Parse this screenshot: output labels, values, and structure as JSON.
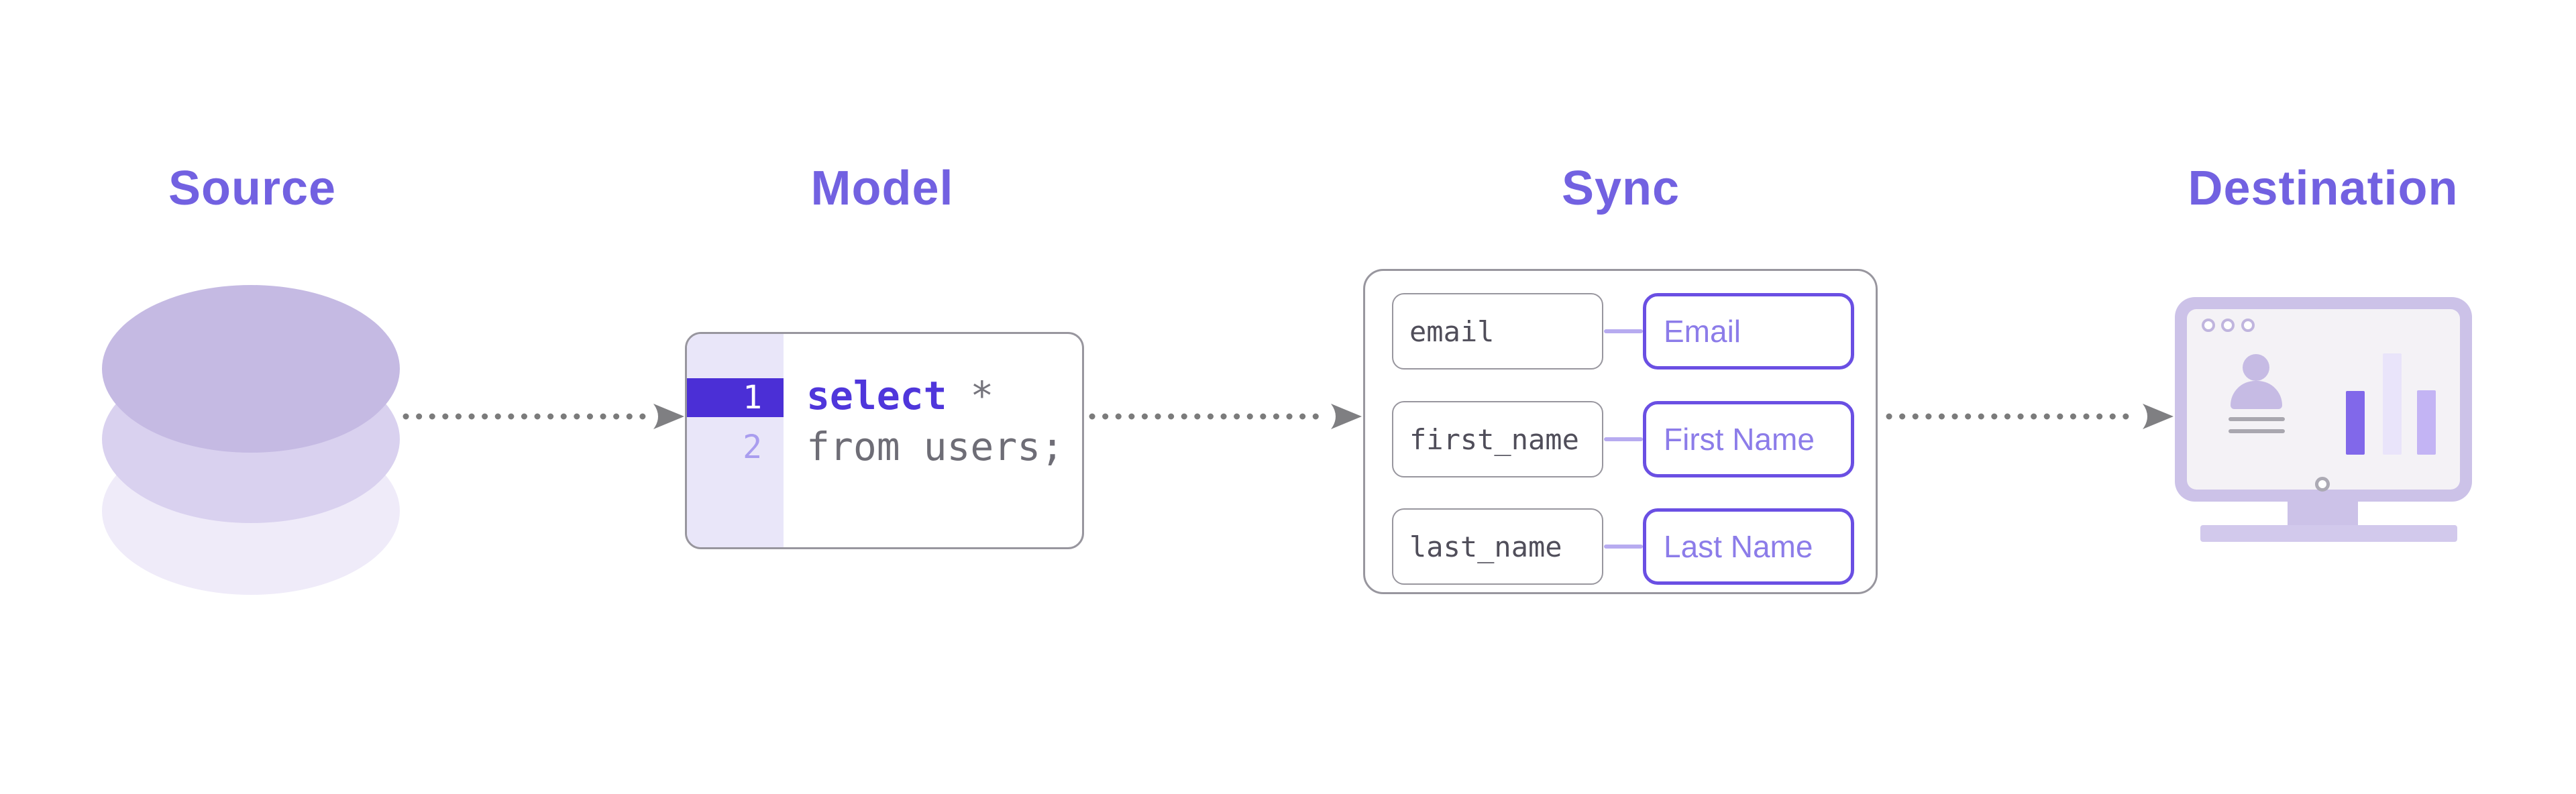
{
  "titles": {
    "source": "Source",
    "model": "Model",
    "sync": "Sync",
    "destination": "Destination"
  },
  "model_editor": {
    "line1_number": "1",
    "line2_number": "2",
    "line1_keyword": "select",
    "line1_rest": " *",
    "line2_text": "from users;"
  },
  "sync_mappings": [
    {
      "source": "email",
      "target": "Email"
    },
    {
      "source": "first_name",
      "target": "First Name"
    },
    {
      "source": "last_name",
      "target": "Last Name"
    }
  ],
  "icons": {
    "source": "database-icon",
    "flow": "dotted-arrow-icon",
    "destination": "monitor-dashboard-icon"
  },
  "colors": {
    "accent_title": "#7261E1",
    "line_highlight": "#4B2FD6",
    "keyword": "#4F36DB",
    "code_gray": "#6E6D76",
    "box_border": "#98969E",
    "gutter_bg": "#E9E6F9",
    "pill_border": "#6A4FE3",
    "pill_text": "#8C7CE9",
    "connector": "#B7ABF0",
    "arrow_dots": "#7B7B7B",
    "cylinder_top": "#C5BAE3",
    "cylinder_mid": "#D9D1EF",
    "cylinder_bottom": "#EFEBF9",
    "monitor_body": "#CCC2E8",
    "bar_dark": "#8168EA",
    "bar_light": "#E9E4FA",
    "bar_mid": "#C3B4F4"
  }
}
